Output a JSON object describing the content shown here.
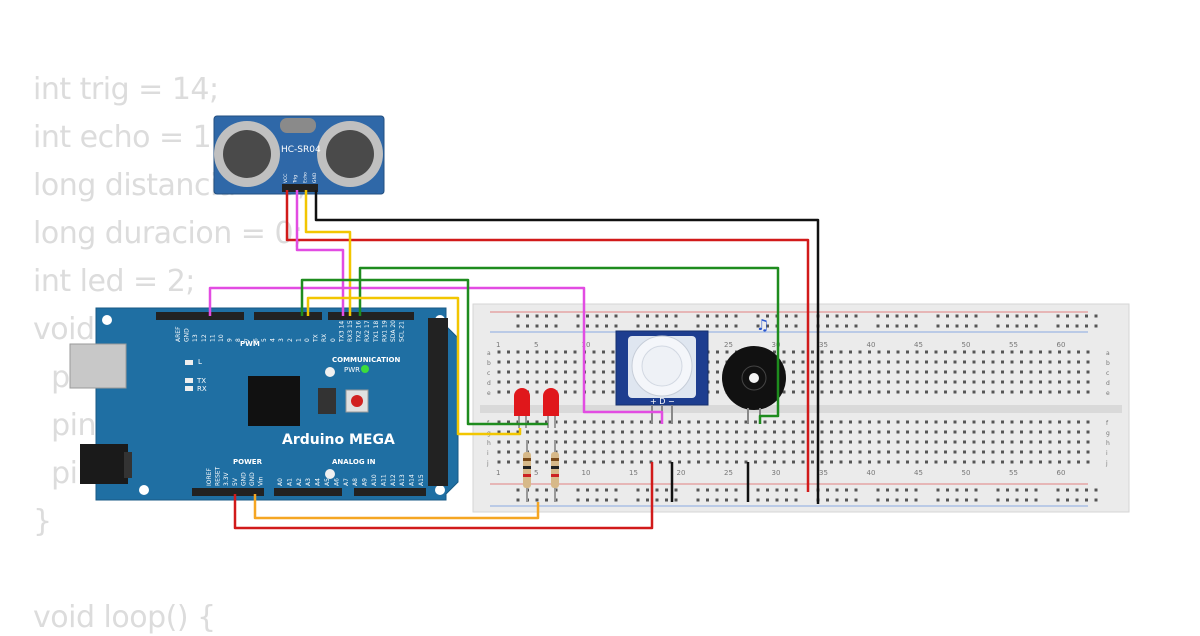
{
  "code_lines": [
    "int trig = 14;",
    "int echo = 15;",
    "long distancia = 0;",
    "long duracion = 0;",
    "int led = 2;",
    "void setup() {",
    "  pinMode(trig, OUTPUT);",
    "  pinMode(echo, INPUT);",
    "  pinMode(led, OUTPUT);",
    "}",
    "",
    "void loop() {"
  ],
  "sensor": {
    "label": "HC-SR04",
    "pins": [
      "VCC",
      "Trig",
      "Echo",
      "GND"
    ]
  },
  "arduino": {
    "title": "Arduino MEGA",
    "pwm_label": "PWM",
    "communication_label": "COMMUNICATION",
    "power_label": "POWER",
    "analog_label": "ANALOG IN",
    "pwr_led_label": "PWR",
    "l_led_label": "L",
    "tx_label": "TX",
    "rx_label": "RX",
    "top_header_labels": [
      "AREF",
      "GND",
      "13",
      "12",
      "11",
      "10",
      "9",
      "8",
      "7",
      "6",
      "5",
      "4",
      "3",
      "2",
      "1",
      "0",
      "TX",
      "RX",
      "0",
      "TX3 14",
      "RX3 15",
      "TX2 16",
      "RX2 17",
      "TX1 18",
      "RX1 19",
      "SDA 20",
      "SCL 21"
    ],
    "power_pins": [
      "IOREF",
      "RESET",
      "3.3V",
      "5V",
      "GND",
      "GND",
      "Vin"
    ],
    "analog_pins": [
      "A0",
      "A1",
      "A2",
      "A3",
      "A4",
      "A5",
      "A6",
      "A7",
      "A8",
      "A9",
      "A10",
      "A11",
      "A12",
      "A13",
      "A14",
      "A15"
    ]
  },
  "breadboard": {
    "column_numbers": [
      "1",
      "5",
      "10",
      "15",
      "20",
      "25",
      "30",
      "35",
      "40",
      "45",
      "50",
      "55",
      "60"
    ],
    "row_letters_top": [
      "a",
      "b",
      "c",
      "d",
      "e"
    ],
    "row_letters_bottom": [
      "f",
      "g",
      "h",
      "i",
      "j"
    ],
    "pir_label": "+ D −"
  },
  "colors": {
    "board": "#1f6fa3",
    "breadboard": "#ededed",
    "wire_red": "#d11a1a",
    "wire_black": "#111111",
    "wire_yellow": "#f2c600",
    "wire_green": "#1e8c1e",
    "wire_magenta": "#e24ce2",
    "wire_orange": "#f5a623",
    "wire_pink": "#e85aa9"
  }
}
